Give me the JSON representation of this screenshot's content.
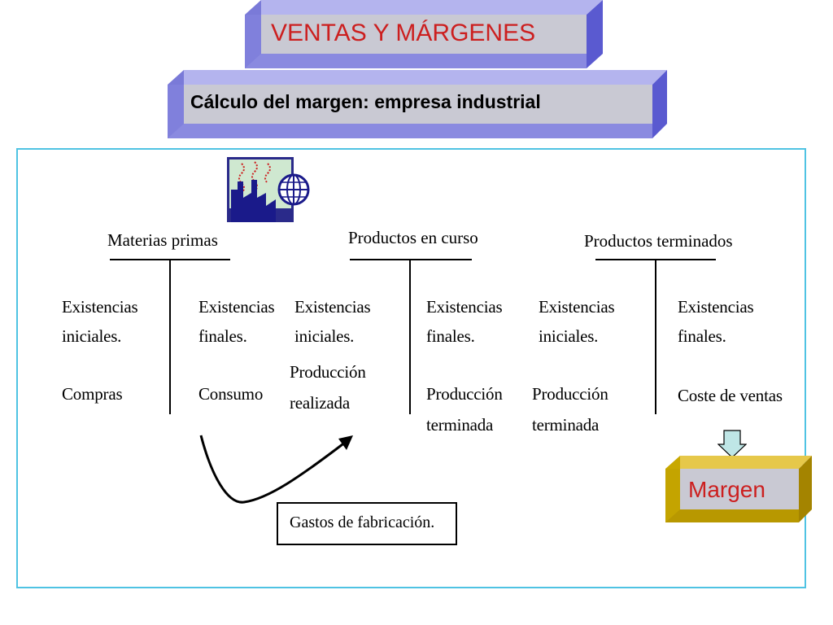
{
  "title": "VENTAS Y MÁRGENES",
  "subtitle": "Cálculo del margen: empresa industrial",
  "margin_label": "Margen",
  "gastos_label": "Gastos de fabricación.",
  "colors": {
    "box_face": "#c8c8d2",
    "box_side_light": "#9090e0",
    "box_side_dark": "#5a5ad0",
    "margin_face": "#c8c8d2",
    "margin_side": "#c8a000",
    "title_text": "#cc1f1f",
    "frame_border": "#4fc3e3"
  },
  "icons": [
    "factory-globe-icon",
    "down-arrow-icon",
    "curved-arrow-icon"
  ],
  "accounts": [
    {
      "header": "Materias primas",
      "left": {
        "line1": "Existencias",
        "line2": "iniciales.",
        "line3": "Compras"
      },
      "right": {
        "line1": "Existencias",
        "line2": "finales.",
        "line3": "Consumo"
      }
    },
    {
      "header": "Productos en curso",
      "left": {
        "line1": "Existencias",
        "line2": "iniciales.",
        "line3": "Producción",
        "line4": "realizada"
      },
      "right": {
        "line1": "Existencias",
        "line2": "finales.",
        "line3": "Producción",
        "line4": "terminada"
      }
    },
    {
      "header": "Productos terminados",
      "left": {
        "line1": "Existencias",
        "line2": "iniciales.",
        "line3": "Producción",
        "line4": "terminada"
      },
      "right": {
        "line1": "Existencias",
        "line2": "finales.",
        "line3": "Coste de ventas"
      }
    }
  ]
}
